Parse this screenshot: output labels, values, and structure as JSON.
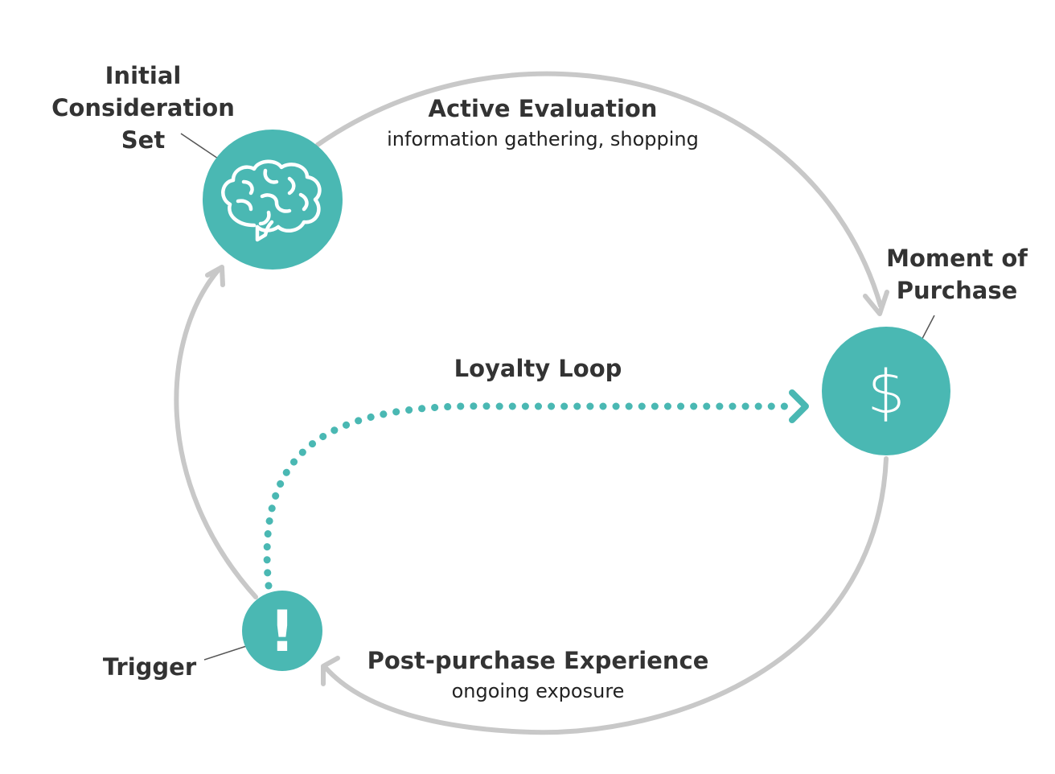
{
  "nodes": {
    "consideration": {
      "label_lines": [
        "Initial",
        "Consideration",
        "Set"
      ],
      "icon": "brain-icon"
    },
    "purchase": {
      "label_lines": [
        "Moment of",
        "Purchase"
      ],
      "icon": "dollar-icon",
      "symbol": "$"
    },
    "trigger": {
      "label": "Trigger",
      "icon": "exclamation-icon",
      "symbol": "!"
    }
  },
  "stages": {
    "active_evaluation": {
      "title": "Active Evaluation",
      "subtitle": "information gathering, shopping"
    },
    "post_purchase": {
      "title": "Post-purchase Experience",
      "subtitle": "ongoing exposure"
    },
    "loyalty_loop": {
      "title": "Loyalty Loop"
    }
  },
  "colors": {
    "teal": "#4ab8b3",
    "arc": "#c8c8c8",
    "pointer": "#555555",
    "text": "#333333"
  }
}
